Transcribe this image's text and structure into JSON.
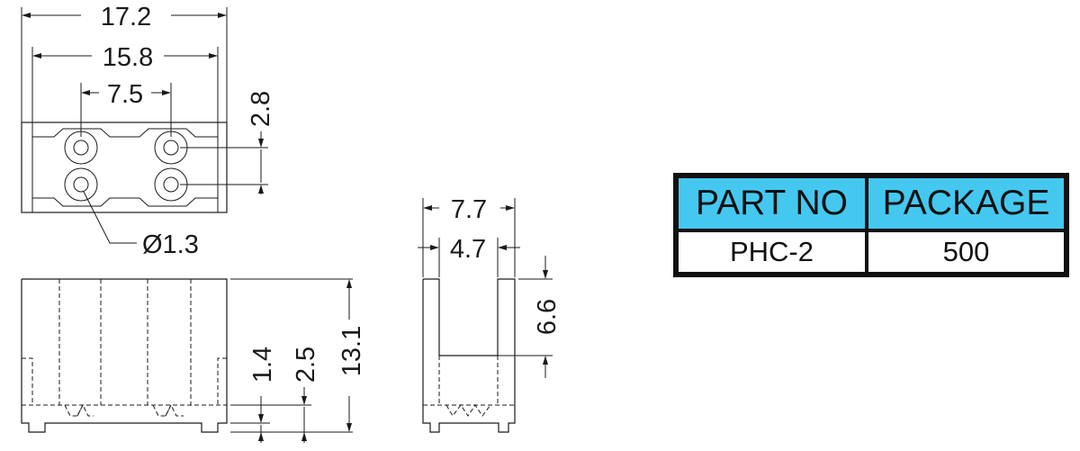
{
  "dimensions": {
    "top_width_outer": "17.2",
    "top_width_inner": "15.8",
    "hole_pitch": "7.5",
    "hole_row_spacing": "2.8",
    "hole_diameter": "Ø1.3",
    "side_width_outer": "7.7",
    "side_width_inner": "4.7",
    "slot_depth": "6.6",
    "foot_height": "1.4",
    "base_height": "2.5",
    "total_height": "13.1"
  },
  "table": {
    "headers": [
      "PART NO",
      "PACKAGE"
    ],
    "row": [
      "PHC-2",
      "500"
    ]
  },
  "colors": {
    "line": "#1a1a1a",
    "table_header_bg": "#44c8f0",
    "table_border": "#111111"
  }
}
